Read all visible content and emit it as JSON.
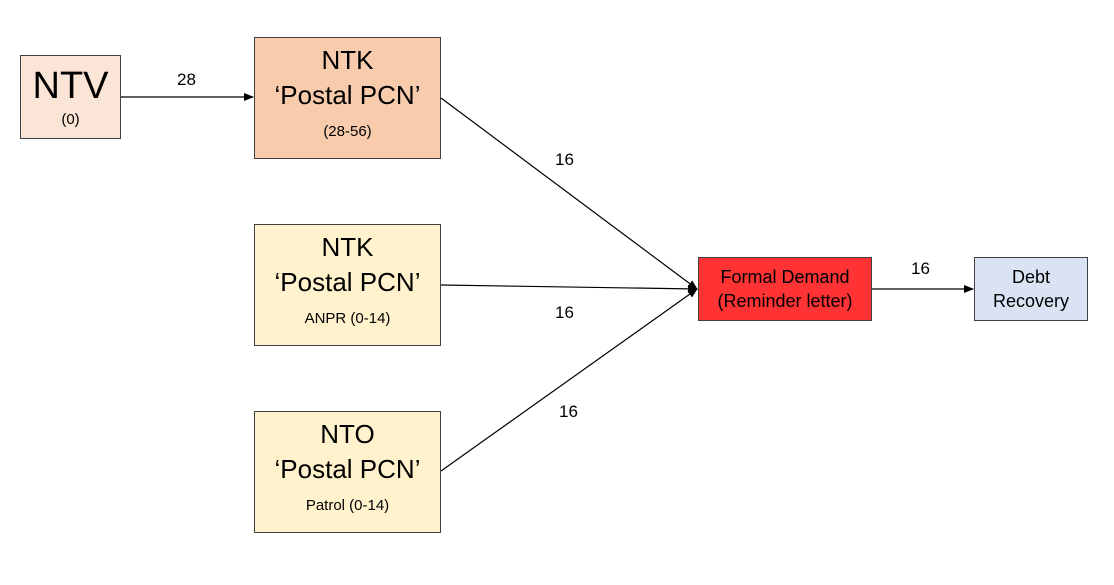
{
  "nodes": {
    "ntv": {
      "title": "NTV",
      "sub": "(0)"
    },
    "ntk1": {
      "title": "NTK",
      "title2": "‘Postal PCN’",
      "sub": "(28-56)"
    },
    "ntk2": {
      "title": "NTK",
      "title2": "‘Postal PCN’",
      "sub": "ANPR  (0-14)"
    },
    "nto": {
      "title": "NTO",
      "title2": "‘Postal PCN’",
      "sub": "Patrol  (0-14)"
    },
    "formal_demand": {
      "line1": "Formal Demand",
      "line2": "(Reminder letter)"
    },
    "debt_recovery": {
      "line1": "Debt",
      "line2": "Recovery"
    }
  },
  "edges": {
    "ntv_ntk1": "28",
    "ntk1_fd": "16",
    "ntk2_fd": "16",
    "nto_fd": "16",
    "fd_dr": "16"
  },
  "colors": {
    "ntv": "#fbe5d6",
    "ntk1": "#f8cbad",
    "ntk2": "#fff2cc",
    "nto": "#fff2cc",
    "formal_demand": "#ff3333",
    "debt_recovery": "#dae3f3"
  }
}
